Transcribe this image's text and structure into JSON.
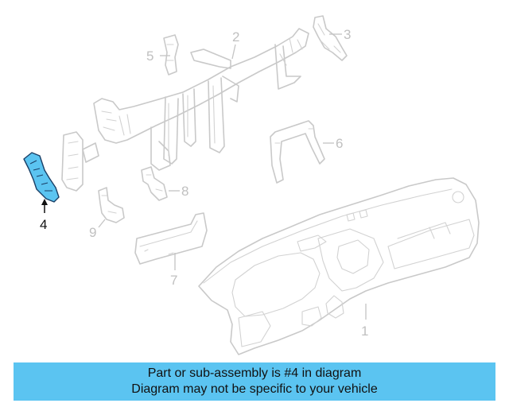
{
  "diagram": {
    "callouts": {
      "c1": "1",
      "c2": "2",
      "c3": "3",
      "c4": "4",
      "c5": "5",
      "c6": "6",
      "c7": "7",
      "c8": "8",
      "c9": "9"
    },
    "highlighted_part": "4",
    "highlight_color": "#5bc4f1",
    "outline_color": "#c9c9c9"
  },
  "banner": {
    "line1": "Part or sub-assembly is #4 in diagram",
    "line2": "Diagram may not be specific to your vehicle",
    "background": "#5bc4f1"
  }
}
